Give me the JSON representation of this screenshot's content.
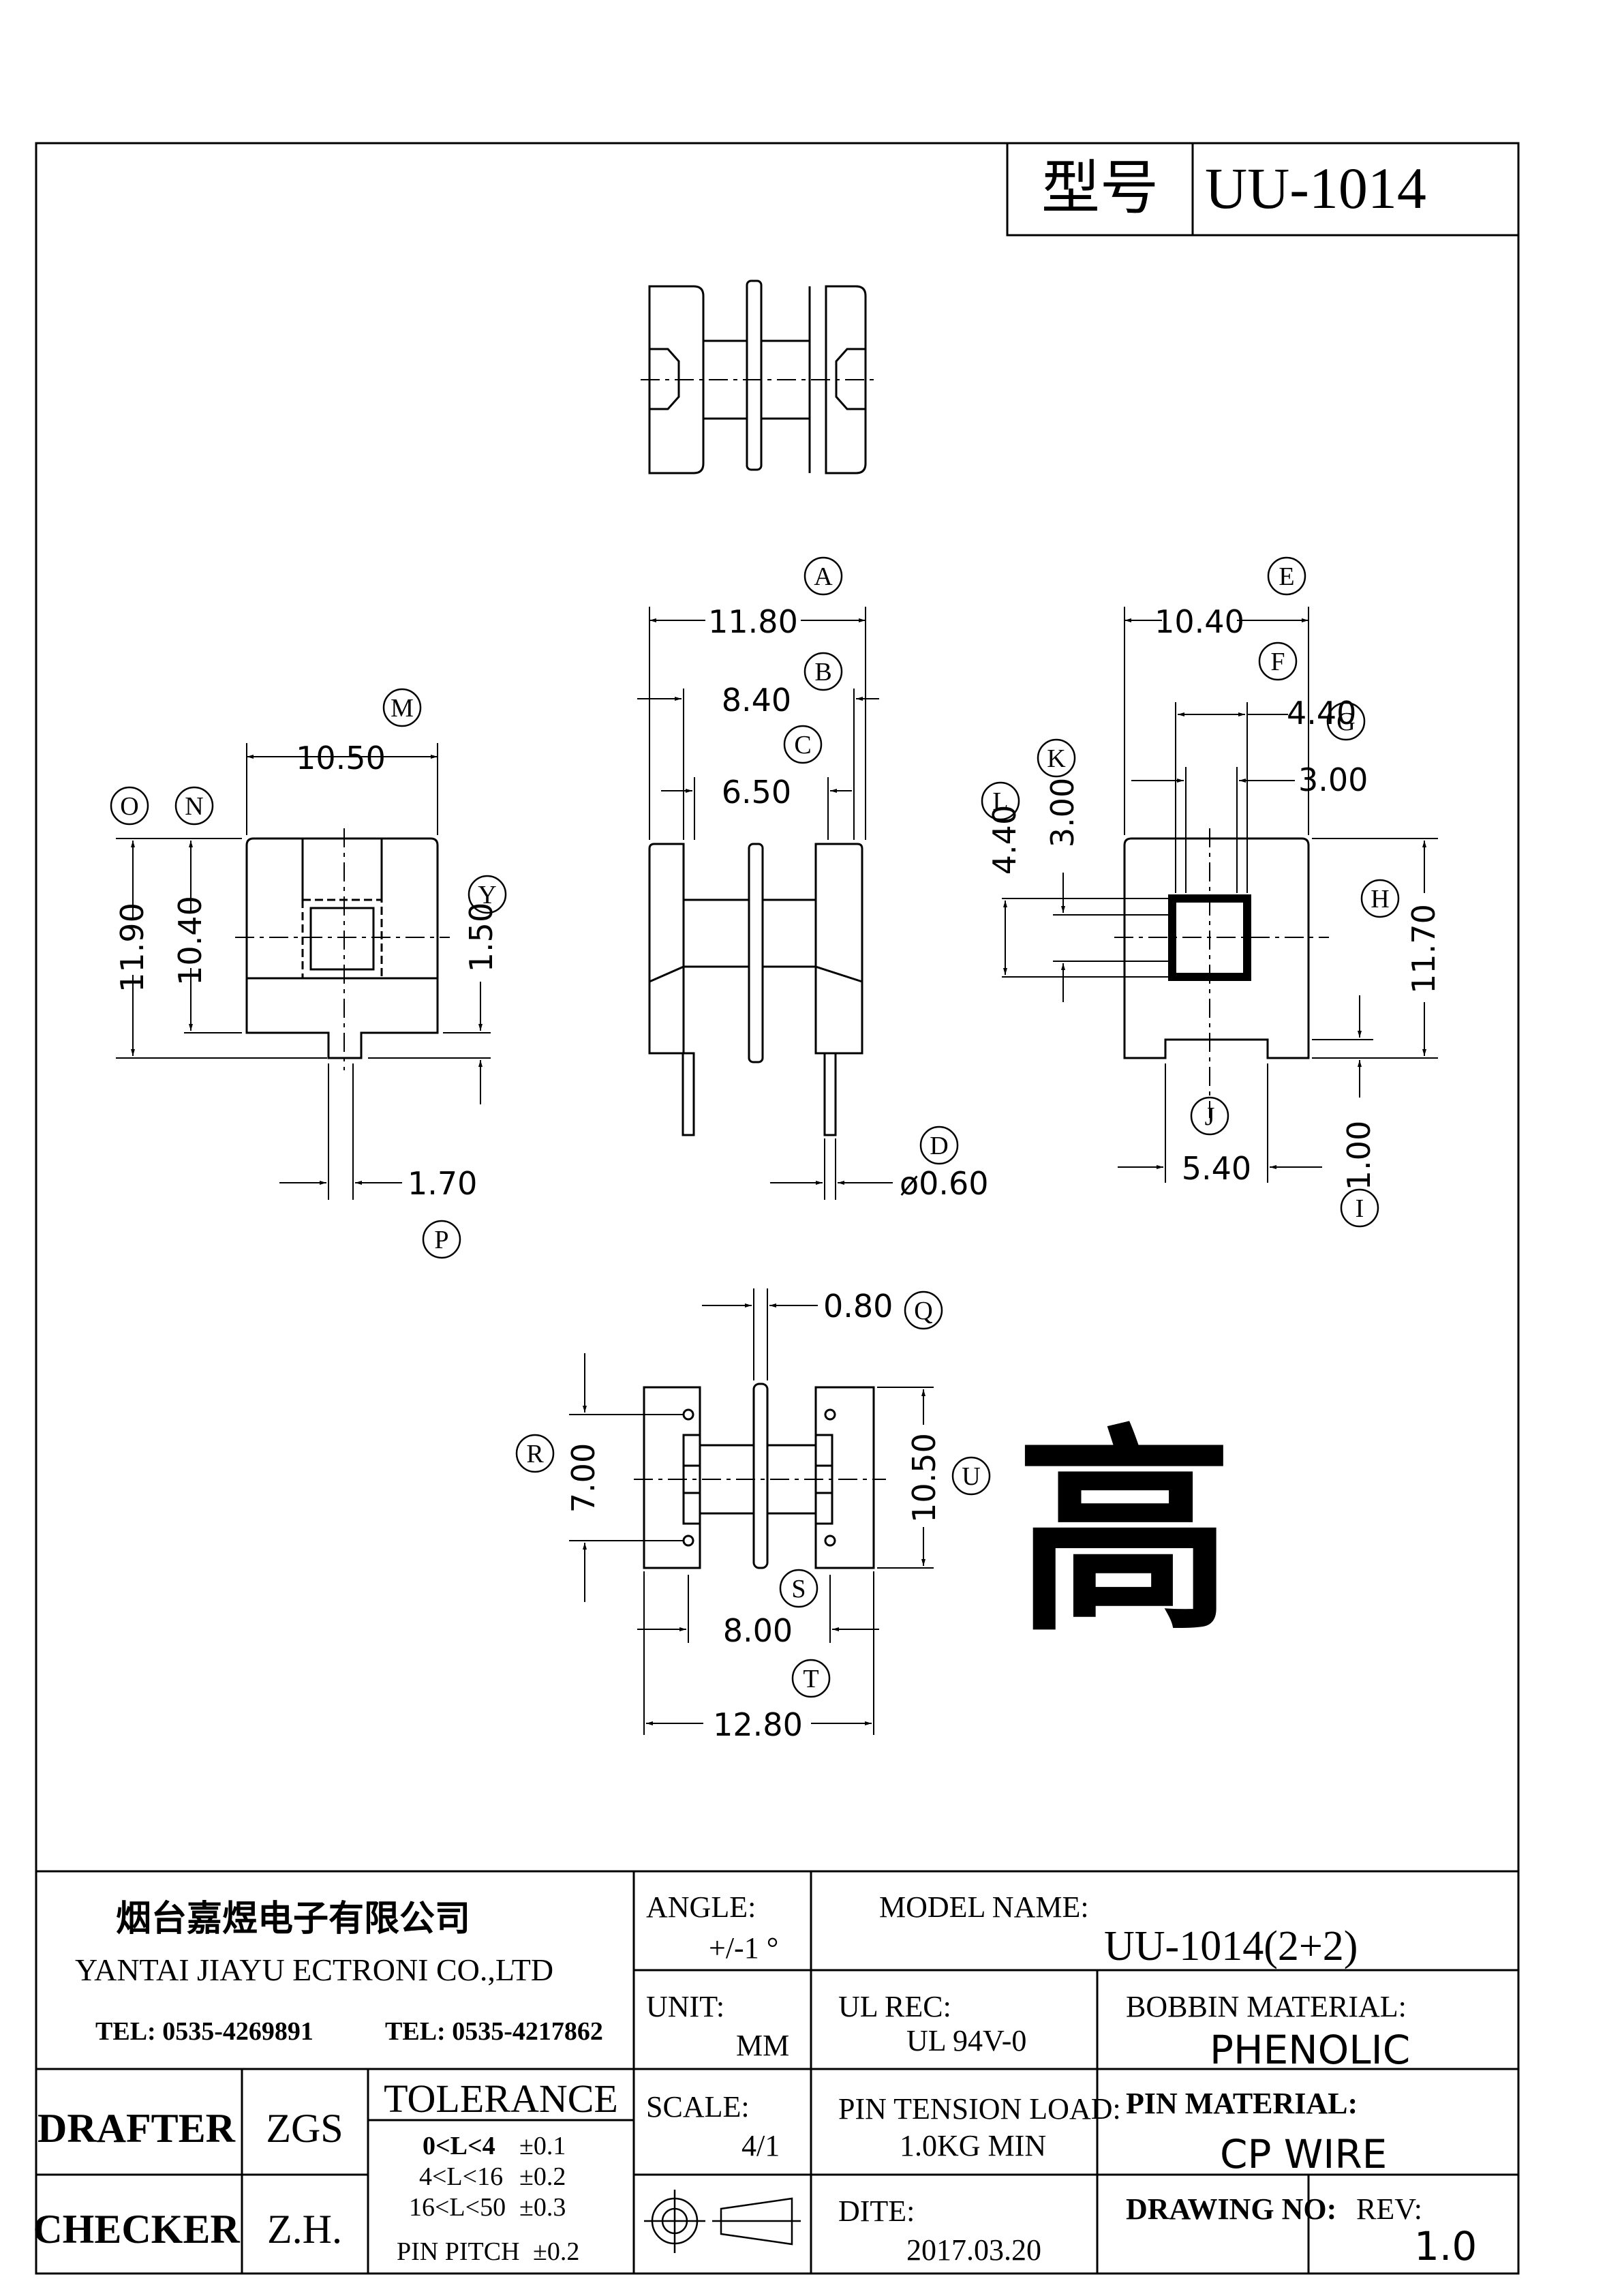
{
  "title_block": {
    "model_label": "型号",
    "model_value": "UU-1014"
  },
  "company": {
    "name_cn": "烟台嘉煜电子有限公司",
    "name_en": "YANTAI JIAYU ECTRONI CO.,LTD",
    "tel1": "TEL: 0535-4269891",
    "tel2": "TEL: 0535-4217862"
  },
  "angle": {
    "label": "ANGLE:",
    "value": "+/-1 °"
  },
  "model_name": {
    "label": "MODEL NAME:",
    "value": "UU-1014(2+2)"
  },
  "unit": {
    "label": "UNIT:",
    "value": "MM"
  },
  "ul_rec": {
    "label": "UL REC:",
    "value": "UL 94V-0"
  },
  "bobbin_material": {
    "label": "BOBBIN MATERIAL:",
    "value": "PHENOLIC"
  },
  "scale": {
    "label": "SCALE:",
    "value": "4/1"
  },
  "pin_tension": {
    "label": "PIN TENSION LOAD:",
    "value": "1.0KG MIN"
  },
  "pin_material": {
    "label": "PIN MATERIAL:",
    "value": "CP WIRE"
  },
  "date": {
    "label": "DITE:",
    "value": "2017.03.20"
  },
  "drawing_no": {
    "label": "DRAWING NO:"
  },
  "rev": {
    "label": "REV:",
    "value": "1.0"
  },
  "drafter": {
    "label": "DRAFTER",
    "value": "ZGS"
  },
  "checker": {
    "label": "CHECKER",
    "value": "Z.H."
  },
  "tolerance": {
    "title": "TOLERANCE",
    "rows": [
      {
        "range": "0<L<4",
        "tol": "±0.1"
      },
      {
        "range": "4<L<16",
        "tol": "±0.2"
      },
      {
        "range": "16<L<50",
        "tol": "±0.3"
      },
      {
        "range": "PIN PITCH",
        "tol": "±0.2"
      }
    ]
  },
  "big_char": "高",
  "dimensions": {
    "A": "11.80",
    "B": "8.40",
    "C": "6.50",
    "D": "ø0.60",
    "E": "10.40",
    "F": "4.40",
    "G": "3.00",
    "H": "11.70",
    "I": "1.00",
    "J": "5.40",
    "K": "3.00",
    "L": "4.40",
    "M": "10.50",
    "N": "10.40",
    "O": "11.90",
    "P": "1.70",
    "Q": "0.80",
    "R": "7.00",
    "S": "8.00",
    "T": "12.80",
    "U": "10.50",
    "Y": "1.50"
  }
}
